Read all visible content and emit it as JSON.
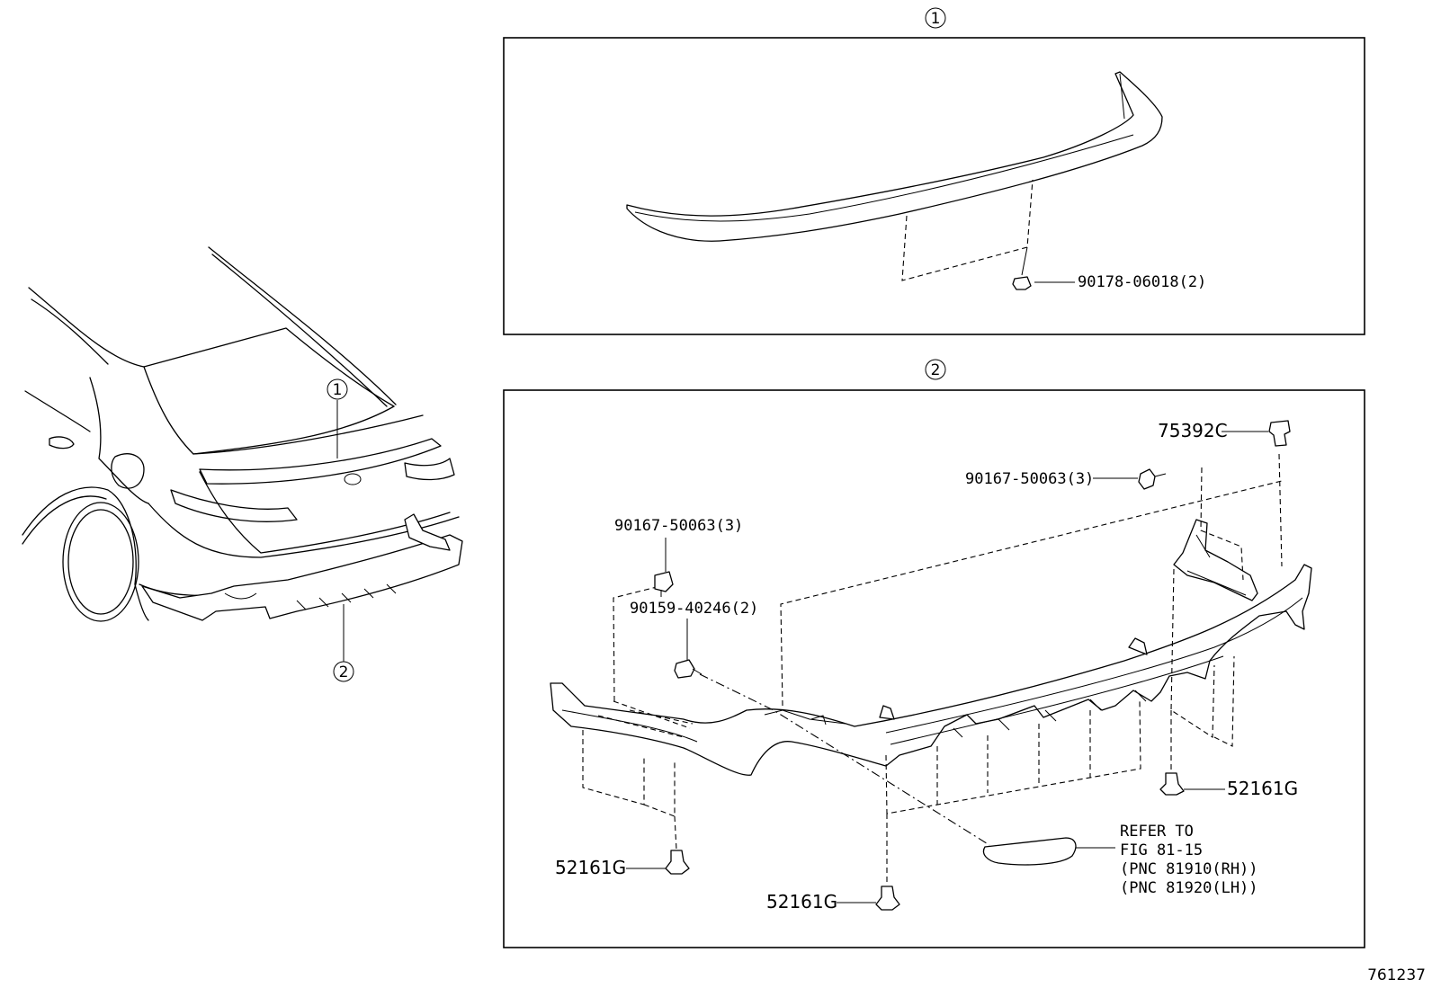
{
  "callouts": {
    "panel1_marker": "1",
    "panel2_marker": "2",
    "car_marker_1": "1",
    "car_marker_2": "2"
  },
  "parts": {
    "spoiler_clip": "90178-06018(2)",
    "clip_75392c": "75392C",
    "screw_right": "90167-50063(3)",
    "screw_left": "90167-50063(3)",
    "screw_90159": "90159-40246(2)",
    "clip_52161g_right": "52161G",
    "clip_52161g_left": "52161G",
    "clip_52161g_center": "52161G"
  },
  "refer_note": {
    "line1": "REFER TO",
    "line2": "FIG 81-15",
    "line3": "(PNC 81910(RH))",
    "line4": "(PNC 81920(LH))"
  },
  "sheet_number": "761237"
}
